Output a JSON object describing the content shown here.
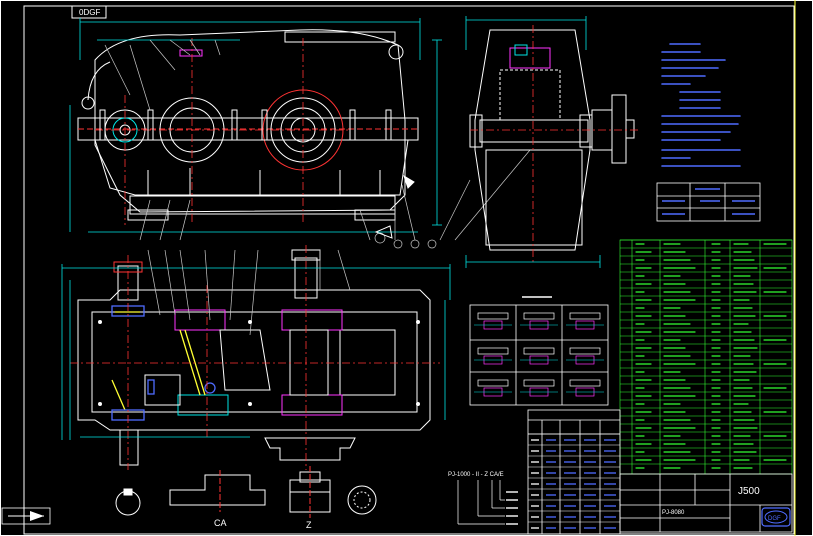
{
  "title_block": {
    "drawing_code_top": "0DGF",
    "drawing_number": "J500",
    "model": "PJ-8080",
    "company_logo": "DGF"
  },
  "section_labels": {
    "ca_view": "CA",
    "z_view": "Z"
  },
  "designation": {
    "code": "PJ-1000 - II - Z CA/E"
  },
  "colors": {
    "background": "#000000",
    "outline_white": "#ffffff",
    "centerline_red": "#ff3333",
    "dimension_cyan": "#00e5e5",
    "text_blue": "#4f6cff",
    "table_green": "#33ff33",
    "part_yellow": "#ffff33",
    "hatch_magenta": "#ff33ff",
    "leader_grey": "#c8c8c8"
  },
  "icons": {
    "arrow_marker": "left-arrow-icon",
    "logo": "company-logo-icon"
  }
}
